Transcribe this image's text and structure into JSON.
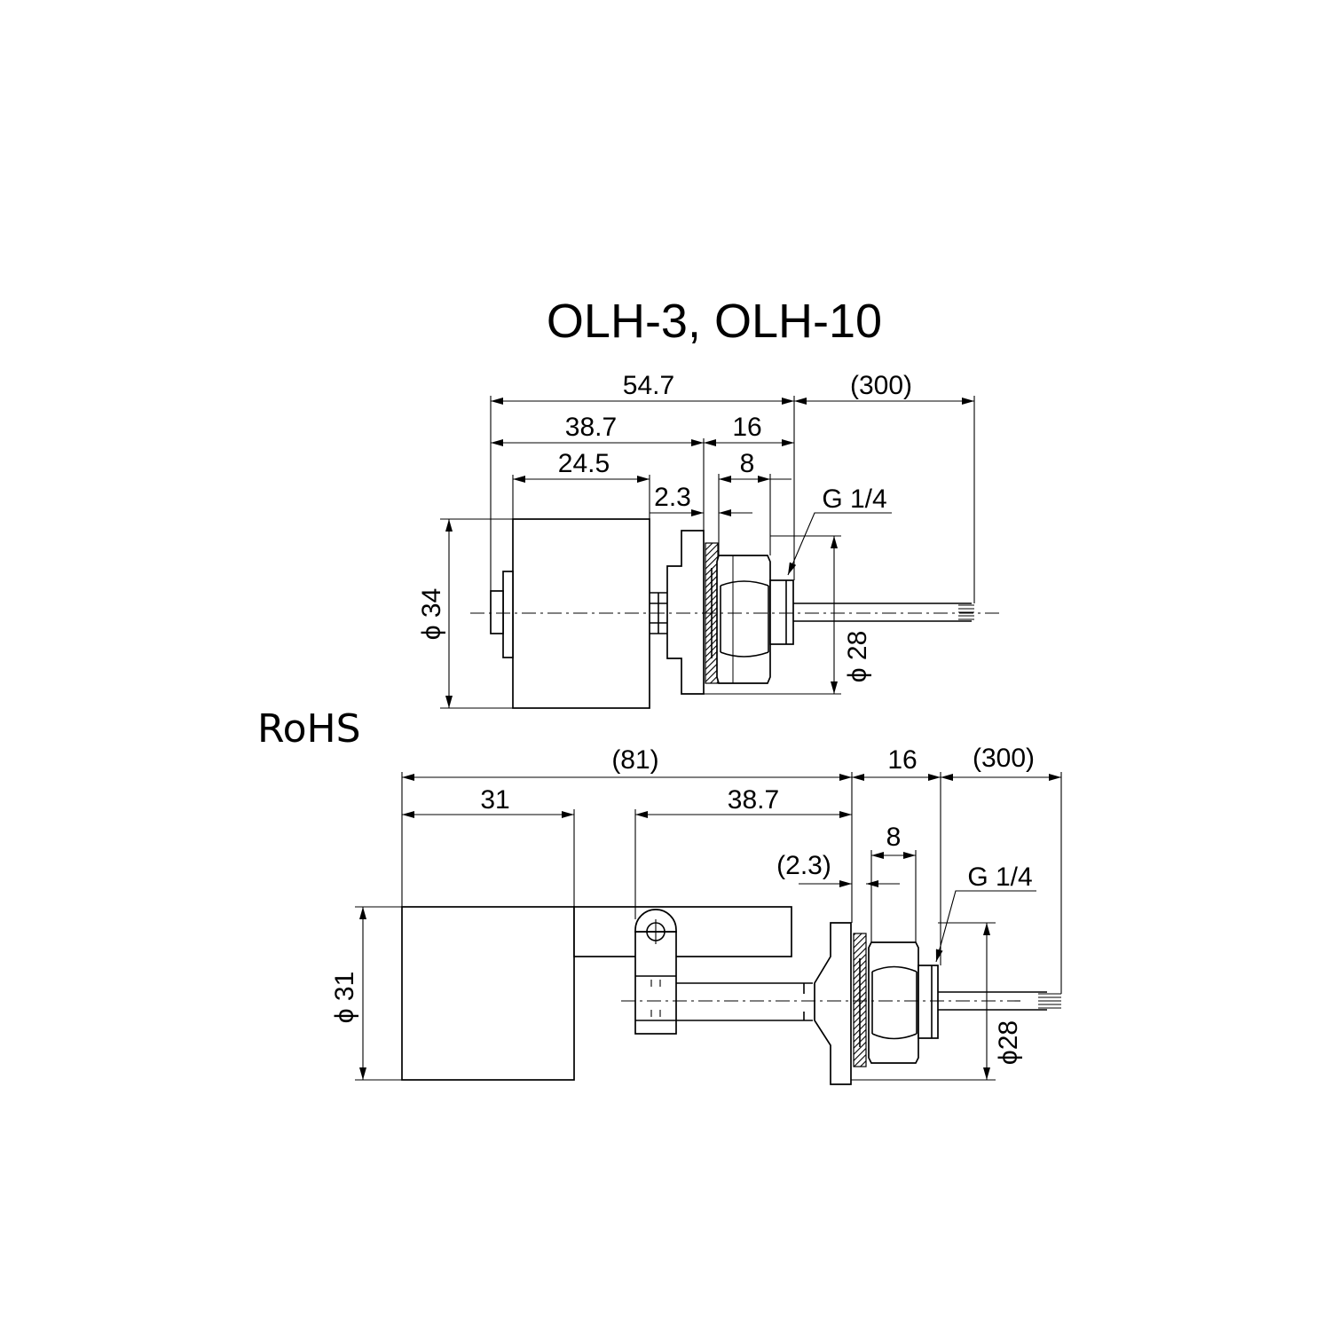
{
  "title": "OLH-3, OLH-10",
  "rohs_label": "RoHS",
  "top_view": {
    "dim_overall": "54.7",
    "dim_lead": "(300)",
    "dim_body_to_flange": "38.7",
    "dim_fitting": "16",
    "dim_float_length": "24.5",
    "dim_hex": "8",
    "dim_gasket": "2.3",
    "thread_label": "G 1/4",
    "dia_float": "ϕ 34",
    "dia_fitting": "ϕ 28"
  },
  "bottom_view": {
    "dim_overall": "(81)",
    "dim_fitting": "16",
    "dim_lead": "(300)",
    "dim_float_length": "31",
    "dim_arm": "38.7",
    "dim_hex": "8",
    "dim_gasket": "(2.3)",
    "thread_label": "G 1/4",
    "dia_float": "ϕ 31",
    "dia_fitting": "ϕ28"
  }
}
